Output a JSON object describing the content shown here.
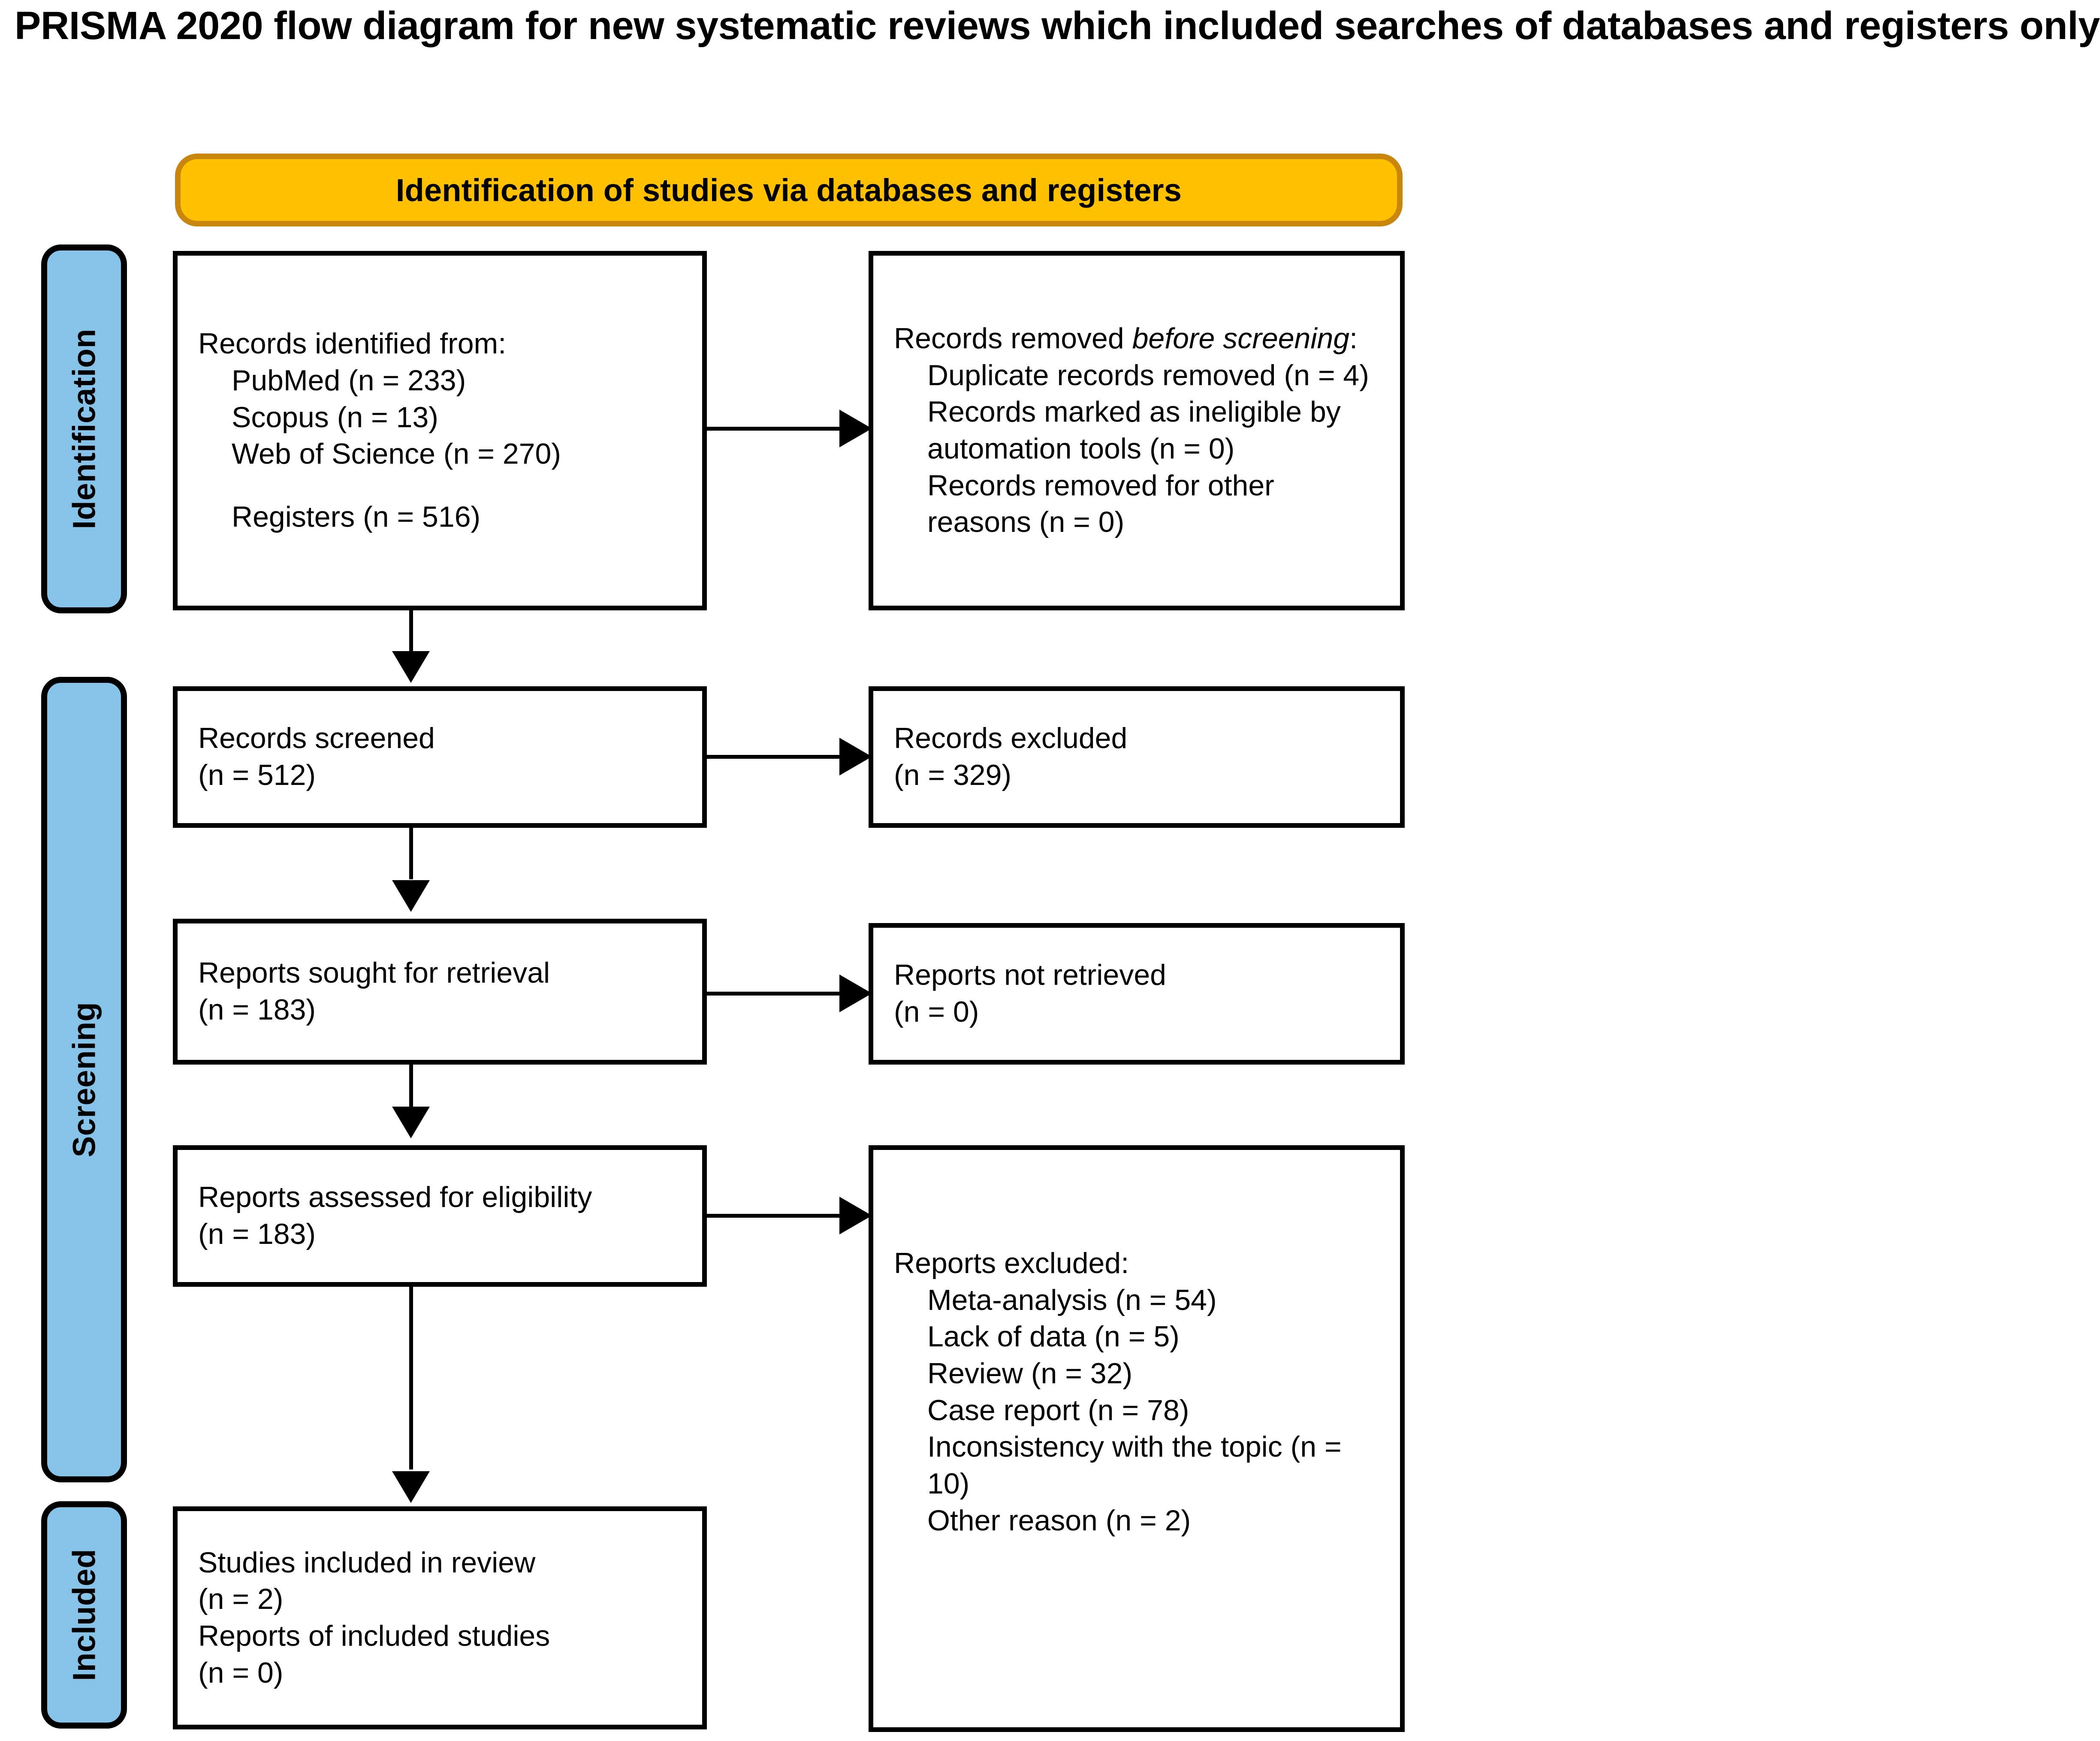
{
  "title": "PRISMA 2020 flow diagram for new systematic reviews which included searches of databases and registers only",
  "colors": {
    "stage_pill_fill": "#87C2E8",
    "stage_pill_border": "#000000",
    "banner_fill": "#FFC000",
    "banner_border": "#C8860D",
    "box_border": "#000000",
    "box_fill": "#FFFFFF",
    "connector": "#000000"
  },
  "stages": [
    {
      "id": "identification",
      "label": "Identification"
    },
    {
      "id": "screening",
      "label": "Screening"
    },
    {
      "id": "included",
      "label": "Included"
    }
  ],
  "banner": {
    "text": "Identification of studies via databases and registers"
  },
  "boxes": {
    "identified": {
      "heading": "Records identified from:",
      "items": [
        "PubMed (n = 233)",
        "Scopus (n = 13)",
        "Web of Science (n = 270)"
      ],
      "registers": "Registers (n = 516)"
    },
    "removed_before": {
      "heading_prefix": "Records removed ",
      "heading_italic": "before screening",
      "heading_suffix": ":",
      "items": [
        "Duplicate records removed (n = 4)",
        "Records marked as ineligible by automation tools (n = 0)",
        "Records removed for other reasons (n = 0)"
      ]
    },
    "screened": {
      "label": "Records screened",
      "count": "(n = 512)"
    },
    "records_excluded": {
      "label": "Records excluded",
      "count": "(n = 329)"
    },
    "sought": {
      "label": "Reports sought for retrieval",
      "count": "(n = 183)"
    },
    "not_retrieved": {
      "label": "Reports not retrieved",
      "count": "(n = 0)"
    },
    "assessed": {
      "label": "Reports assessed for eligibility",
      "count": "(n = 183)"
    },
    "reports_excluded": {
      "heading": "Reports excluded:",
      "items": [
        "Meta-analysis (n = 54)",
        "Lack of data (n = 5)",
        "Review (n = 32)",
        "Case report (n = 78)",
        "Inconsistency with the topic (n = 10)",
        "Other reason (n = 2)"
      ]
    },
    "included": {
      "studies_label": "Studies included in review",
      "studies_count": "(n = 2)",
      "reports_label": "Reports of included studies",
      "reports_count": "(n = 0)"
    }
  }
}
